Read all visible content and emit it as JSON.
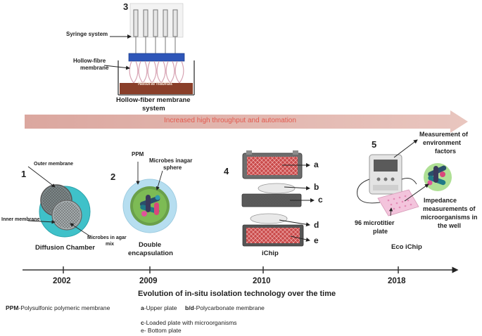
{
  "banner": {
    "text": "Increased high throughput and automation",
    "color": "#e35a4e"
  },
  "hollow_fiber": {
    "number": "3",
    "syringe_label": "Syringe system",
    "membrane_label_1": "Hollow-fibre",
    "membrane_label_2": "membrane",
    "habitat_label": "Natural habitat",
    "caption_1": "Hollow-fiber membrane",
    "caption_2": "system"
  },
  "diffusion_chamber": {
    "number": "1",
    "outer_label": "Outer membrane",
    "inner_label": "Inner membrane",
    "microbes_label_1": "Microbes in agar",
    "microbes_label_2": "mix",
    "caption": "Diffusion Chamber"
  },
  "double_encapsulation": {
    "number": "2",
    "ppm_label": "PPM",
    "microbes_label_1": "Microbes inagar",
    "microbes_label_2": "sphere",
    "caption_1": "Double",
    "caption_2": "encapsulation"
  },
  "ichip": {
    "number": "4",
    "letters": [
      "a",
      "b",
      "c",
      "d",
      "e"
    ],
    "caption": "iChip"
  },
  "eco_ichip": {
    "number": "5",
    "measure_label_1": "Measurement of",
    "measure_label_2": "environment",
    "measure_label_3": "factors",
    "impedance_label_1": "Impedance",
    "impedance_label_2": "measurements of",
    "impedance_label_3": "microorganisms in",
    "impedance_label_4": "the well",
    "plate_label_1": "96 microtitier",
    "plate_label_2": "plate",
    "caption": "Eco iChip"
  },
  "timeline": {
    "years": [
      "2002",
      "2009",
      "2010",
      "2018"
    ],
    "title": "Evolution of in-situ isolation technology over the time"
  },
  "legend": {
    "ppm": "PPM",
    "ppm_desc": "-Polysulfonic polymeric membrane",
    "a": "a",
    "a_desc": "-Upper plate",
    "bd": "b/d",
    "bd_desc": "-Polycarbonate membrane",
    "c": "c",
    "c_desc": "-Loaded plate with microorganisms",
    "e_line": "e- Bottom plate"
  }
}
